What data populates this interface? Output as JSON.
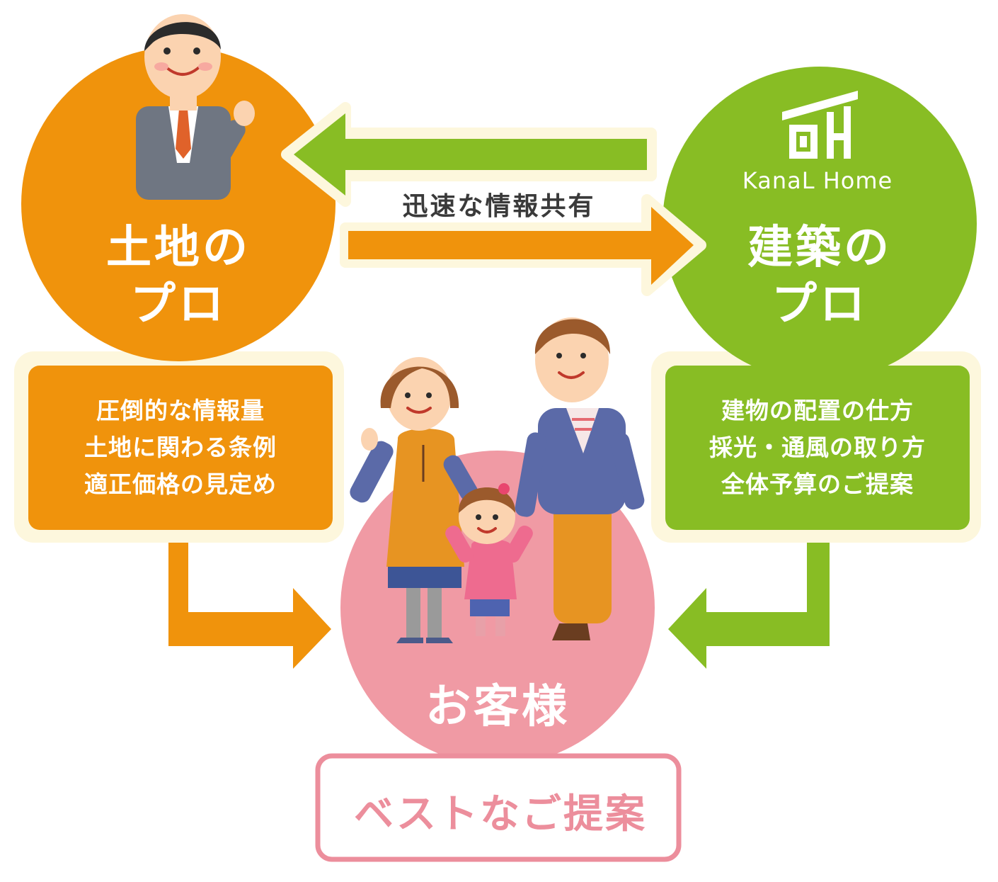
{
  "colors": {
    "orange": "#f0930c",
    "green": "#88bd24",
    "pink": "#f09aa4",
    "pink_text": "#ec8e9c",
    "cream": "#fdf7dd",
    "dark_text": "#3a3a3a",
    "white": "#ffffff"
  },
  "land_pro": {
    "title_line1": "土地の",
    "title_line2": "プロ",
    "points": [
      "圧倒的な情報量",
      "土地に関わる条例",
      "適正価格の見定め"
    ]
  },
  "building_pro": {
    "logo_text": "KanaL Home",
    "title_line1": "建築の",
    "title_line2": "プロ",
    "points": [
      "建物の配置の仕方",
      "採光・通風の取り方",
      "全体予算のご提案"
    ]
  },
  "link_label": "迅速な情報共有",
  "customer": {
    "title": "お客様"
  },
  "result": {
    "label": "ベストなご提案"
  },
  "icons": [
    "businessman-icon",
    "family-icon",
    "kanal-home-logo-icon"
  ]
}
